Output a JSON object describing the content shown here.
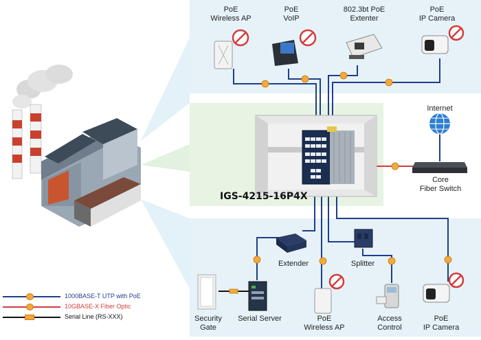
{
  "devices": {
    "top": [
      {
        "line1": "PoE",
        "line2": "Wireless AP"
      },
      {
        "line1": "PoE",
        "line2": "VoIP"
      },
      {
        "line1": "802.3bt PoE",
        "line2": "Extenter"
      },
      {
        "line1": "PoE",
        "line2": "IP Camera"
      }
    ],
    "internet": "Internet",
    "core_switch": {
      "line1": "Core",
      "line2": "Fiber Switch"
    },
    "extender": "Extender",
    "splitter": "Splitter",
    "bottom": [
      {
        "line1": "Security",
        "line2": "Gate"
      },
      {
        "line1": "Serial Server",
        "line2": ""
      },
      {
        "line1": "PoE",
        "line2": "Wireless AP"
      },
      {
        "line1": "Access",
        "line2": "Control"
      },
      {
        "line1": "PoE",
        "line2": "IP Camera"
      }
    ]
  },
  "model_name": "IGS-4215-16P4X",
  "legend": [
    {
      "label": "1000BASE-T UTP with PoE",
      "color": "#1f3d8a",
      "text_color": "#1f3d8a"
    },
    {
      "label": "10GBASE-X Fiber Optic",
      "color": "#d33b3b",
      "text_color": "#d33b3b"
    },
    {
      "label": "Serial Line (RS-XXX)",
      "color": "#111111",
      "text_color": "#111111"
    }
  ],
  "colors": {
    "panel_blue": "#e6f2f8",
    "panel_green": "#e7f3e3",
    "utp": "#1f3d8a",
    "fiber": "#d33b3b",
    "serial": "#111111",
    "badge": "#f2a93b"
  }
}
